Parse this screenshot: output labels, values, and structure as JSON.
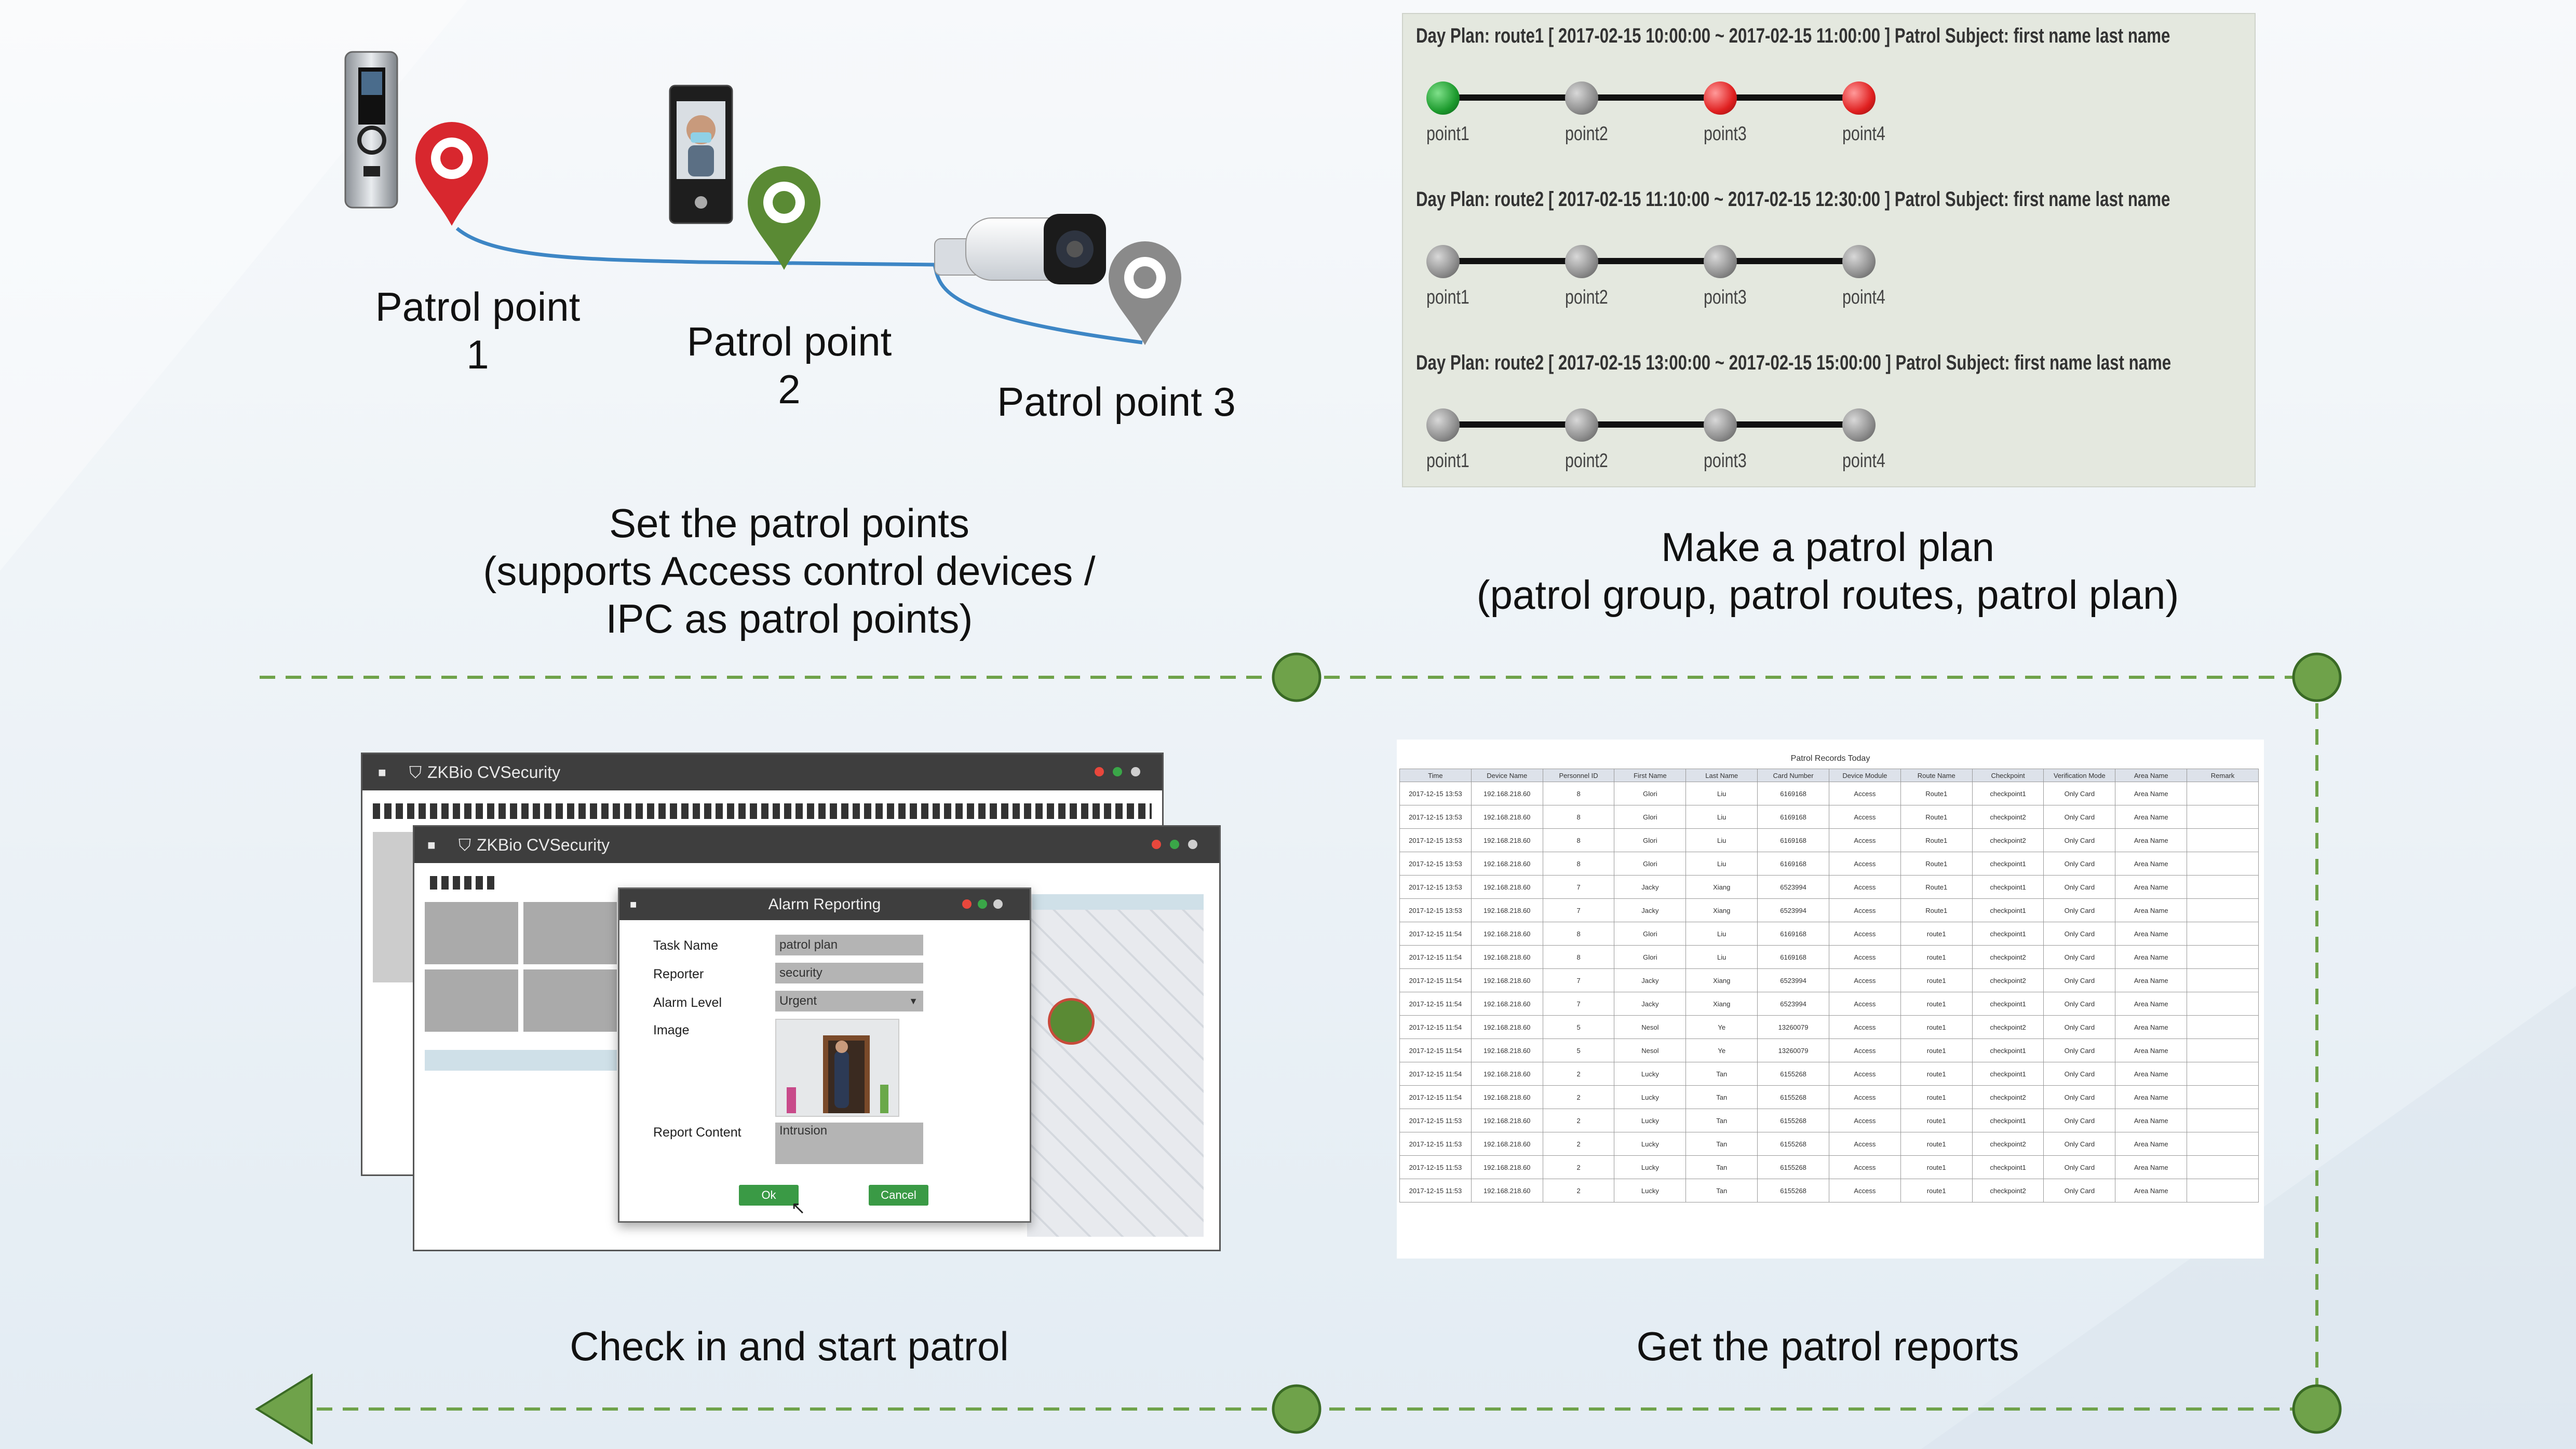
{
  "captions": {
    "points_label_1": [
      "Patrol point",
      "1"
    ],
    "points_label_2": [
      "Patrol point",
      "2"
    ],
    "points_label_3": "Patrol point 3",
    "set_points": [
      "Set the patrol points",
      "(supports Access control devices /",
      "IPC as patrol points)"
    ],
    "make_plan": [
      "Make a patrol plan",
      "(patrol group, patrol routes, patrol plan)"
    ],
    "check_in": "Check in and start patrol",
    "get_reports": "Get the patrol reports"
  },
  "plan_panel": {
    "rows": [
      {
        "header": "Day Plan: route1 [ 2017-02-15 10:00:00 ~ 2017-02-15 11:00:00 ] Patrol Subject: first name last name",
        "points": [
          {
            "label": "point1",
            "state": "green"
          },
          {
            "label": "point2",
            "state": "gray"
          },
          {
            "label": "point3",
            "state": "red"
          },
          {
            "label": "point4",
            "state": "red"
          }
        ]
      },
      {
        "header": "Day Plan: route2 [ 2017-02-15 11:10:00 ~ 2017-02-15 12:30:00 ] Patrol Subject: first name last name",
        "points": [
          {
            "label": "point1",
            "state": "gray"
          },
          {
            "label": "point2",
            "state": "gray"
          },
          {
            "label": "point3",
            "state": "gray"
          },
          {
            "label": "point4",
            "state": "gray"
          }
        ]
      },
      {
        "header": "Day Plan: route2 [ 2017-02-15 13:00:00 ~ 2017-02-15 15:00:00 ] Patrol Subject: first name last name",
        "points": [
          {
            "label": "point1",
            "state": "gray"
          },
          {
            "label": "point2",
            "state": "gray"
          },
          {
            "label": "point3",
            "state": "gray"
          },
          {
            "label": "point4",
            "state": "gray"
          }
        ]
      }
    ]
  },
  "software": {
    "app_title_back": "ZKBio CVSecurity",
    "app_title_front": "ZKBio CVSecurity",
    "dialog": {
      "title": "Alarm Reporting",
      "task_name_label": "Task Name",
      "task_name_value": "patrol plan",
      "reporter_label": "Reporter",
      "reporter_value": "security",
      "alarm_level_label": "Alarm Level",
      "alarm_level_value": "Urgent",
      "image_label": "Image",
      "report_content_label": "Report Content",
      "report_content_value": "Intrusion",
      "ok_label": "Ok",
      "cancel_label": "Cancel"
    }
  },
  "report": {
    "title": "Patrol Records Today",
    "columns": [
      "Time",
      "Device Name",
      "Personnel ID",
      "First Name",
      "Last Name",
      "Card Number",
      "Device Module",
      "Route Name",
      "Checkpoint",
      "Verification Mode",
      "Area Name",
      "Remark"
    ],
    "rows": [
      [
        "2017-12-15 13:53",
        "192.168.218.60",
        "8",
        "Glori",
        "Liu",
        "6169168",
        "Access",
        "Route1",
        "checkpoint1",
        "Only Card",
        "Area Name",
        ""
      ],
      [
        "2017-12-15 13:53",
        "192.168.218.60",
        "8",
        "Glori",
        "Liu",
        "6169168",
        "Access",
        "Route1",
        "checkpoint2",
        "Only Card",
        "Area Name",
        ""
      ],
      [
        "2017-12-15 13:53",
        "192.168.218.60",
        "8",
        "Glori",
        "Liu",
        "6169168",
        "Access",
        "Route1",
        "checkpoint2",
        "Only Card",
        "Area Name",
        ""
      ],
      [
        "2017-12-15 13:53",
        "192.168.218.60",
        "8",
        "Glori",
        "Liu",
        "6169168",
        "Access",
        "Route1",
        "checkpoint1",
        "Only Card",
        "Area Name",
        ""
      ],
      [
        "2017-12-15 13:53",
        "192.168.218.60",
        "7",
        "Jacky",
        "Xiang",
        "6523994",
        "Access",
        "Route1",
        "checkpoint1",
        "Only Card",
        "Area Name",
        ""
      ],
      [
        "2017-12-15 13:53",
        "192.168.218.60",
        "7",
        "Jacky",
        "Xiang",
        "6523994",
        "Access",
        "Route1",
        "checkpoint1",
        "Only Card",
        "Area Name",
        ""
      ],
      [
        "2017-12-15 11:54",
        "192.168.218.60",
        "8",
        "Glori",
        "Liu",
        "6169168",
        "Access",
        "route1",
        "checkpoint1",
        "Only Card",
        "Area Name",
        ""
      ],
      [
        "2017-12-15 11:54",
        "192.168.218.60",
        "8",
        "Glori",
        "Liu",
        "6169168",
        "Access",
        "route1",
        "checkpoint2",
        "Only Card",
        "Area Name",
        ""
      ],
      [
        "2017-12-15 11:54",
        "192.168.218.60",
        "7",
        "Jacky",
        "Xiang",
        "6523994",
        "Access",
        "route1",
        "checkpoint2",
        "Only Card",
        "Area Name",
        ""
      ],
      [
        "2017-12-15 11:54",
        "192.168.218.60",
        "7",
        "Jacky",
        "Xiang",
        "6523994",
        "Access",
        "route1",
        "checkpoint1",
        "Only Card",
        "Area Name",
        ""
      ],
      [
        "2017-12-15 11:54",
        "192.168.218.60",
        "5",
        "Nesol",
        "Ye",
        "13260079",
        "Access",
        "route1",
        "checkpoint2",
        "Only Card",
        "Area Name",
        ""
      ],
      [
        "2017-12-15 11:54",
        "192.168.218.60",
        "5",
        "Nesol",
        "Ye",
        "13260079",
        "Access",
        "route1",
        "checkpoint1",
        "Only Card",
        "Area Name",
        ""
      ],
      [
        "2017-12-15 11:54",
        "192.168.218.60",
        "2",
        "Lucky",
        "Tan",
        "6155268",
        "Access",
        "route1",
        "checkpoint1",
        "Only Card",
        "Area Name",
        ""
      ],
      [
        "2017-12-15 11:54",
        "192.168.218.60",
        "2",
        "Lucky",
        "Tan",
        "6155268",
        "Access",
        "route1",
        "checkpoint2",
        "Only Card",
        "Area Name",
        ""
      ],
      [
        "2017-12-15 11:53",
        "192.168.218.60",
        "2",
        "Lucky",
        "Tan",
        "6155268",
        "Access",
        "route1",
        "checkpoint1",
        "Only Card",
        "Area Name",
        ""
      ],
      [
        "2017-12-15 11:53",
        "192.168.218.60",
        "2",
        "Lucky",
        "Tan",
        "6155268",
        "Access",
        "route1",
        "checkpoint2",
        "Only Card",
        "Area Name",
        ""
      ],
      [
        "2017-12-15 11:53",
        "192.168.218.60",
        "2",
        "Lucky",
        "Tan",
        "6155268",
        "Access",
        "route1",
        "checkpoint1",
        "Only Card",
        "Area Name",
        ""
      ],
      [
        "2017-12-15 11:53",
        "192.168.218.60",
        "2",
        "Lucky",
        "Tan",
        "6155268",
        "Access",
        "route1",
        "checkpoint2",
        "Only Card",
        "Area Name",
        ""
      ]
    ]
  },
  "colors": {
    "flow_green": "#6fa24a",
    "route_blue": "#3d86c5",
    "pin_red": "#d8272e",
    "pin_green": "#5a8a34",
    "pin_gray": "#8a8a8a"
  }
}
